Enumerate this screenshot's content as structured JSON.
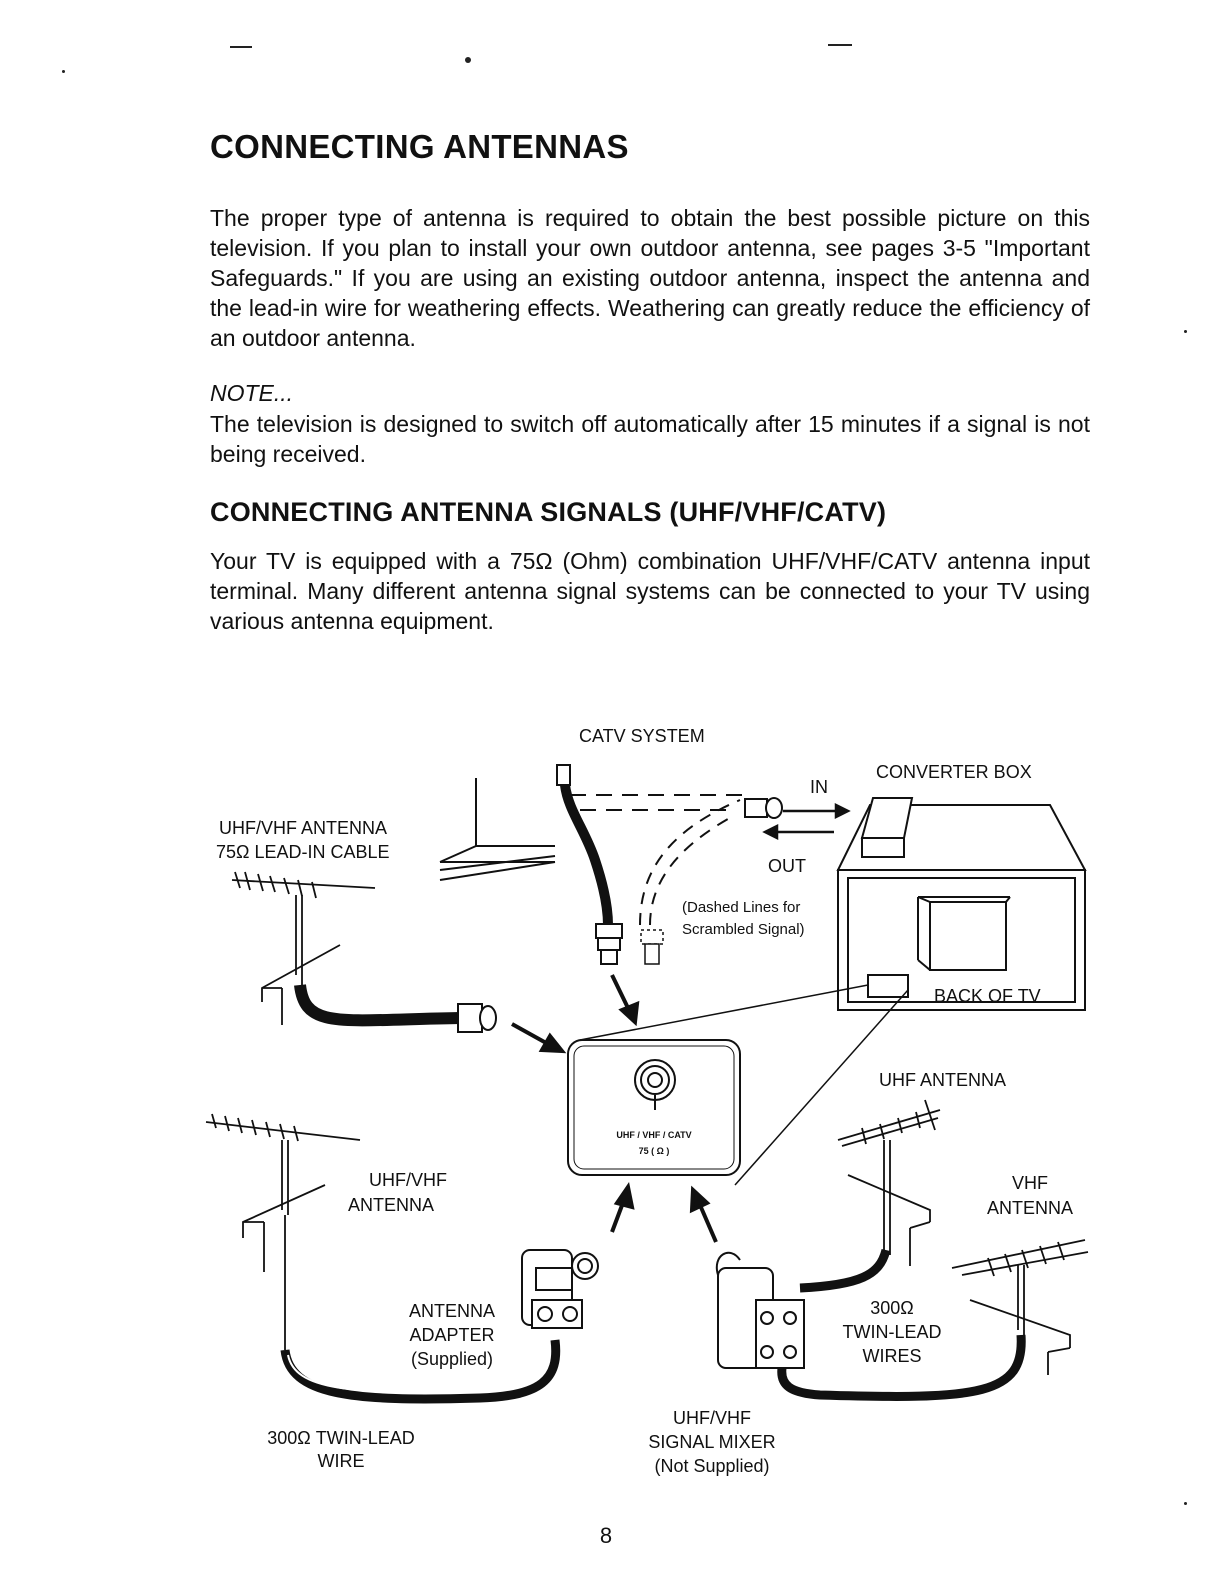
{
  "heading": "CONNECTING ANTENNAS",
  "intro": "The proper type of antenna is required to obtain the best possible picture on this television. If you plan to install your own outdoor antenna, see pages 3-5 \"Important Safeguards.\" If you are using an existing outdoor antenna, inspect the antenna and the lead-in wire for weathering effects. Weathering can greatly reduce the efficiency of an outdoor antenna.",
  "note_label": "NOTE...",
  "note_text": "The television is designed to switch off automatically after 15 minutes if a signal is not being received.",
  "subheading": "CONNECTING ANTENNA SIGNALS (UHF/VHF/CATV)",
  "signals_text": "Your TV is equipped with a 75Ω (Ohm) combination UHF/VHF/CATV antenna input terminal. Many different antenna signal systems can be connected to your TV using various antenna equipment.",
  "diagram": {
    "catv_system": "CATV SYSTEM",
    "converter_box": "CONVERTER BOX",
    "in": "IN",
    "out": "OUT",
    "dashed_note_1": "(Dashed Lines for",
    "dashed_note_2": "Scrambled Signal)",
    "uhf_vhf_antenna_1": "UHF/VHF ANTENNA",
    "lead_in_cable": "75Ω LEAD-IN CABLE",
    "back_of_tv": "BACK OF TV",
    "terminal_1": "UHF / VHF / CATV",
    "terminal_2": "75 ( Ω )",
    "uhf_antenna": "UHF ANTENNA",
    "uhf_vhf_2a": "UHF/VHF",
    "uhf_vhf_2b": "ANTENNA",
    "vhf_a": "VHF",
    "vhf_b": "ANTENNA",
    "adapter_1": "ANTENNA",
    "adapter_2": "ADAPTER",
    "adapter_3": "(Supplied)",
    "twin_lead_1": "300Ω",
    "twin_lead_2": "TWIN-LEAD",
    "twin_lead_3": "WIRES",
    "wire_1": "300Ω TWIN-LEAD",
    "wire_2": "WIRE",
    "mixer_1": "UHF/VHF",
    "mixer_2": "SIGNAL MIXER",
    "mixer_3": "(Not Supplied)"
  },
  "page_number": "8"
}
